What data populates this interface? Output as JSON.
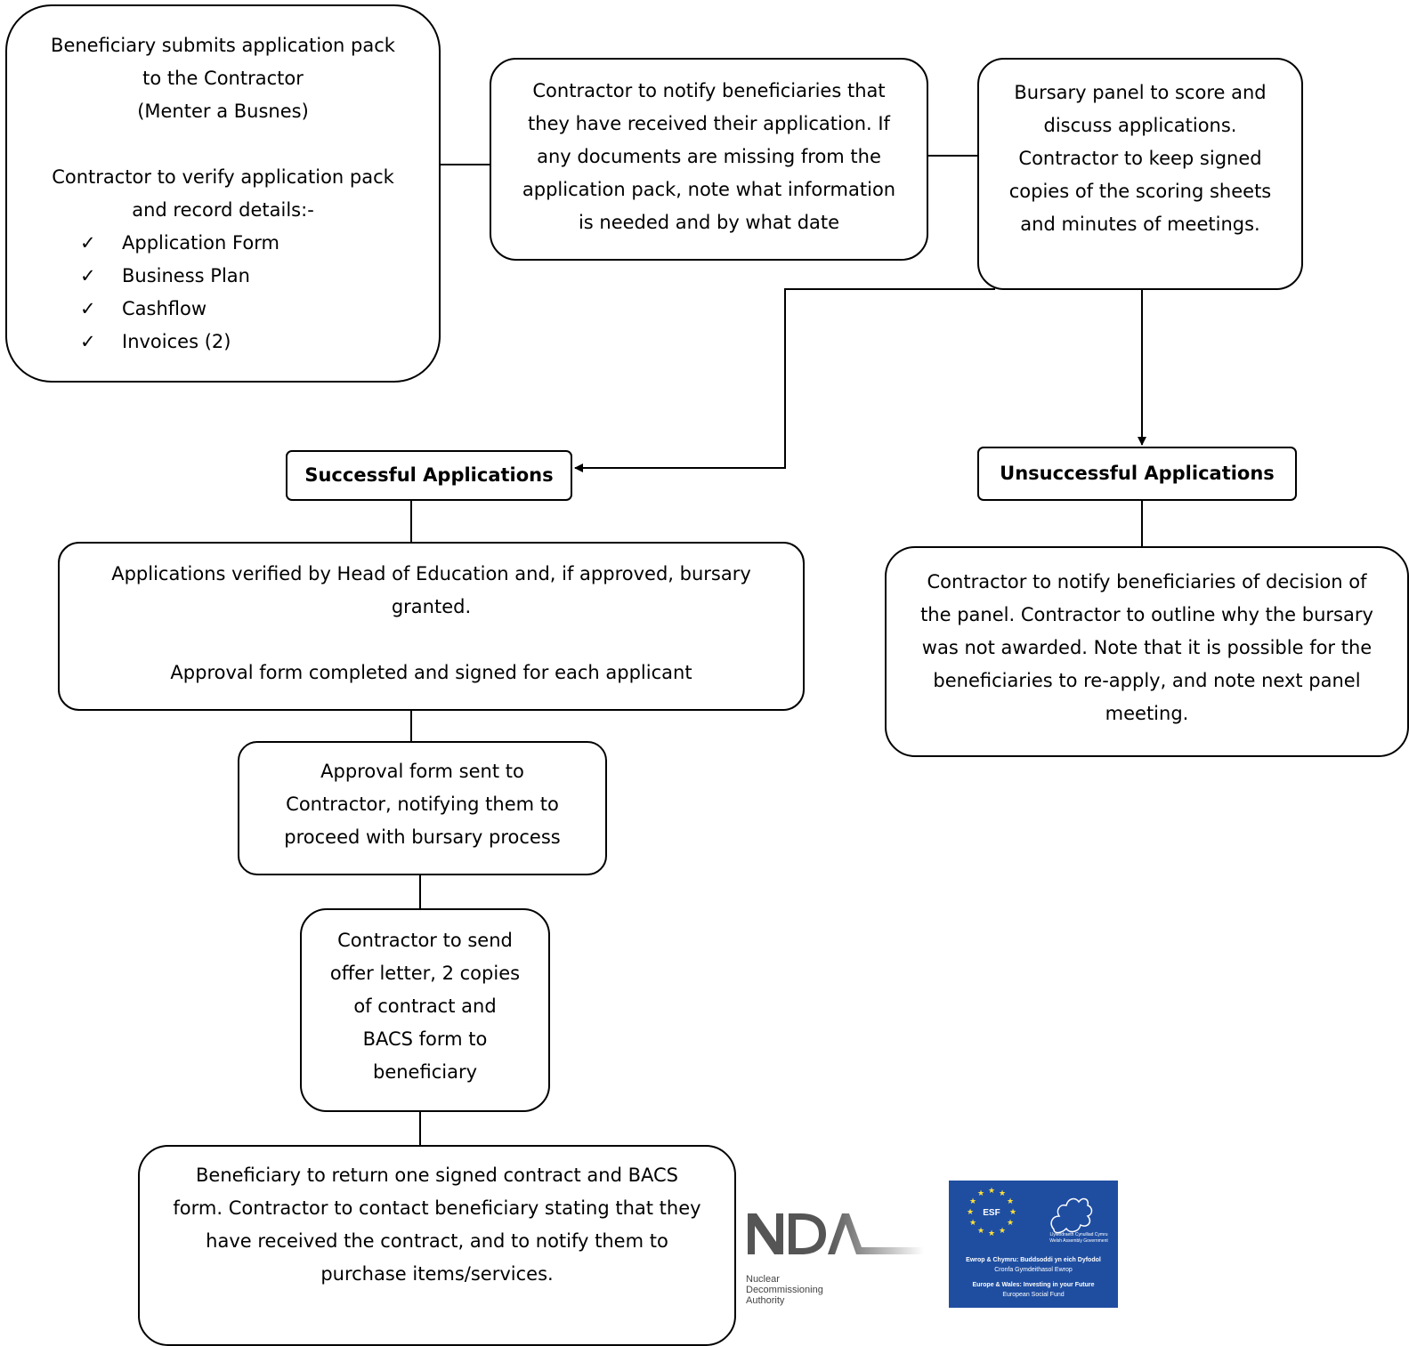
{
  "box1": {
    "lines_a": [
      "Beneficiary submits application pack",
      "to the Contractor",
      "(Menter a Busnes)"
    ],
    "lines_b": [
      "Contractor to verify application pack",
      "and record details:-"
    ],
    "checklist": [
      "Application Form",
      "Business Plan",
      "Cashflow",
      "Invoices (2)"
    ],
    "tick": "✓"
  },
  "box2": {
    "lines": [
      "Contractor to notify beneficiaries that",
      "they have received their application. If",
      "any documents are missing from the",
      "application pack, note what information",
      "is needed and by what date"
    ]
  },
  "box3": {
    "lines": [
      "Bursary panel to score and",
      "discuss applications.",
      "Contractor to keep signed",
      "copies of the scoring sheets",
      "and minutes of meetings."
    ]
  },
  "successful": {
    "label": "Successful Applications"
  },
  "unsuccessful": {
    "label": "Unsuccessful Applications"
  },
  "box4": {
    "lines_a": [
      "Applications verified by Head of Education and, if approved, bursary",
      "granted."
    ],
    "lines_b": [
      "Approval form completed and signed for each applicant"
    ]
  },
  "box5": {
    "lines": [
      "Approval form sent to",
      "Contractor, notifying them to",
      "proceed with bursary process"
    ]
  },
  "box6": {
    "lines": [
      "Contractor to send",
      "offer letter, 2 copies",
      "of contract and",
      "BACS form to",
      "beneficiary"
    ]
  },
  "box7": {
    "lines": [
      "Beneficiary to return one signed contract and BACS",
      "form. Contractor to contact beneficiary stating that they",
      "have received the contract, and to notify them to",
      "purchase items/services."
    ]
  },
  "box8": {
    "lines": [
      "Contractor to notify beneficiaries of decision of",
      "the panel. Contractor to outline why the bursary",
      "was not awarded. Note that it is possible for the",
      "beneficiaries to re-apply, and note next panel",
      "meeting."
    ]
  },
  "nda_logo": {
    "mark": "NDA",
    "lines": [
      "Nuclear",
      "Decommissioning",
      "Authority"
    ]
  },
  "esf_logo": {
    "badge": "ESF",
    "welsh_gov": [
      "Llywodraeth Cynulliad Cymru",
      "Welsh Assembly Government"
    ],
    "tagline_cy": "Ewrop & Chymru: Buddsoddi yn eich Dyfodol",
    "fund_cy": "Cronfa Gymdeithasol Ewrop",
    "tagline_en": "Europe & Wales: Investing in your Future",
    "fund_en": "European Social Fund",
    "background": "#1f4ea1",
    "star_color": "#ffe23a"
  }
}
